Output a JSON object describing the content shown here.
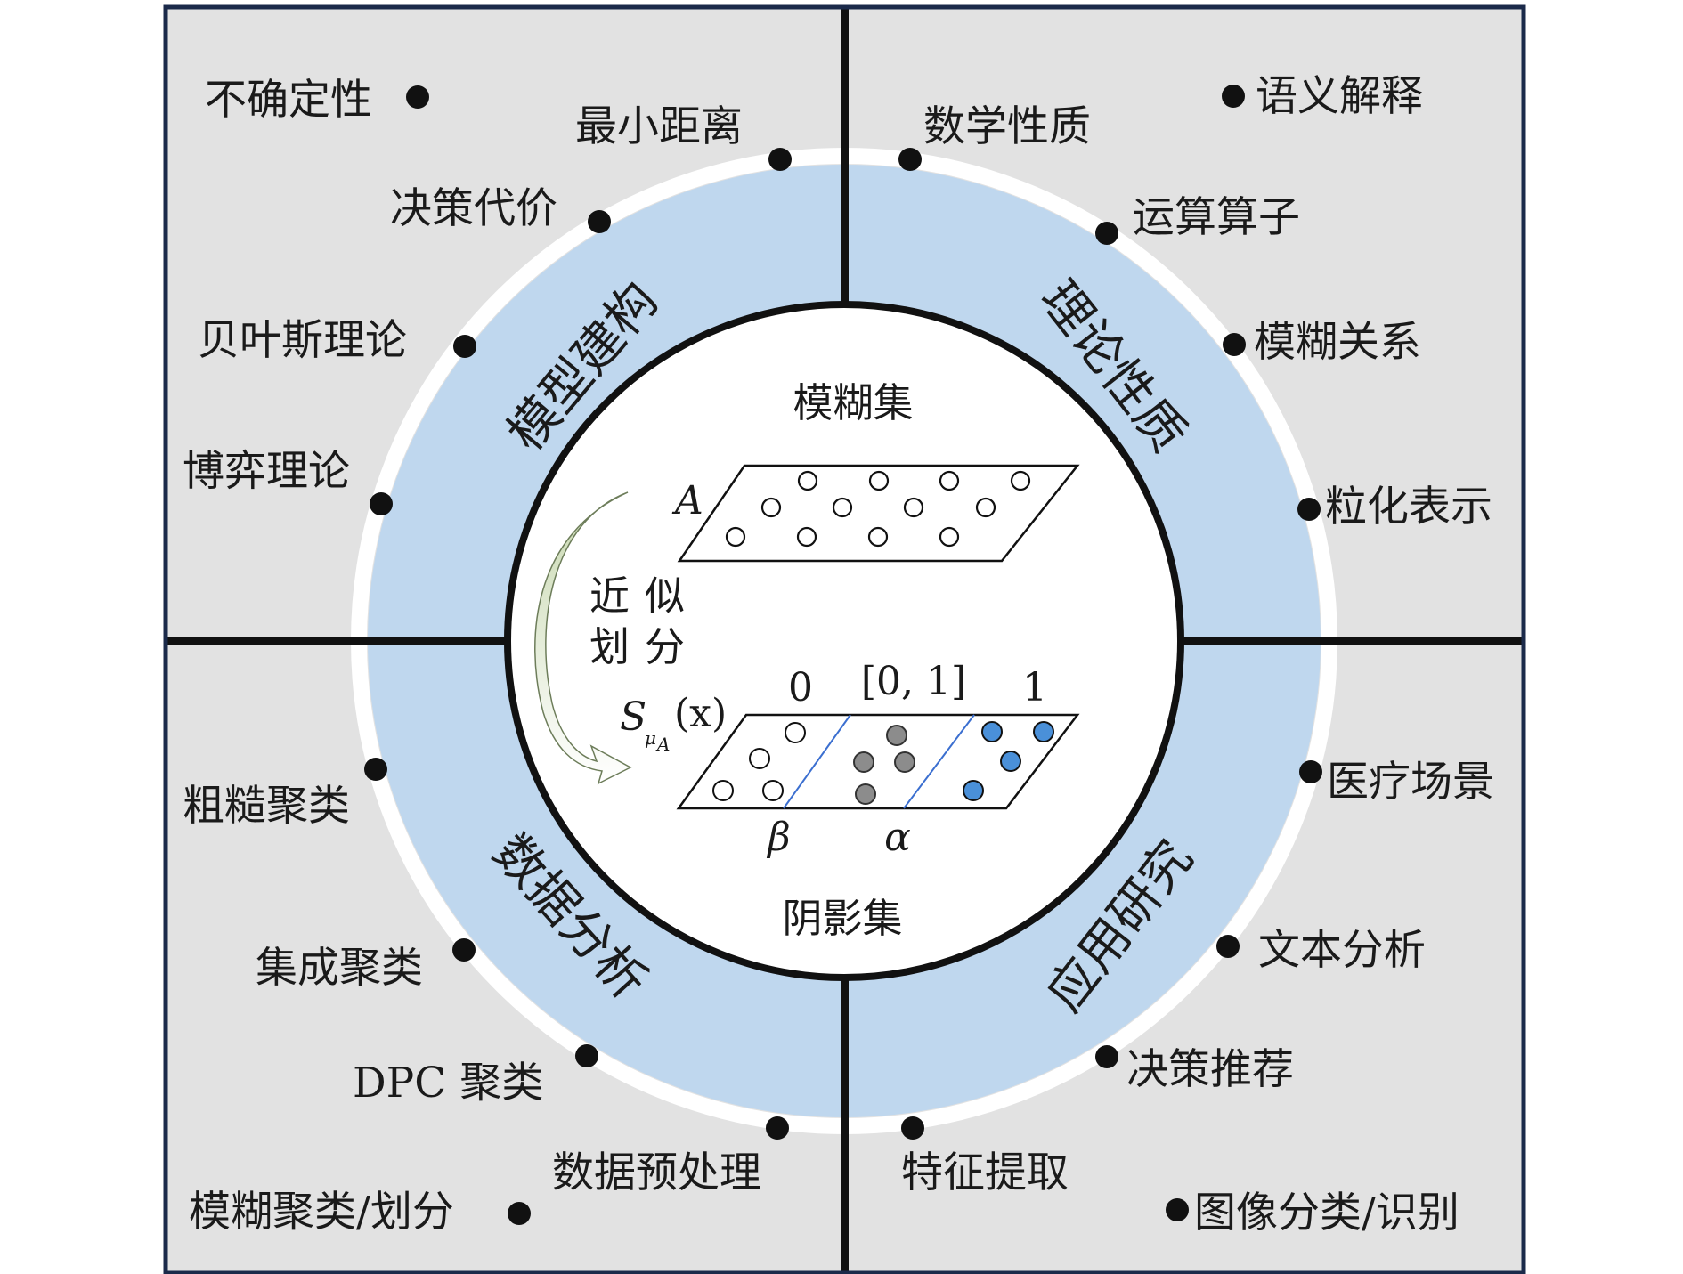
{
  "colors": {
    "panel": "#e2e2e2",
    "ring": "#bfd7ee",
    "frame": "#1b2a4a",
    "dot": "#111111",
    "gray_point": "#8c8c8c",
    "blue_point": "#4a90d9",
    "divider": "#3b6fd0"
  },
  "ring_labels": {
    "top_left": "模型建构",
    "top_right": "理论性质",
    "bottom_left": "数据分析",
    "bottom_right": "应用研究"
  },
  "center": {
    "fuzzy_set": "模糊集",
    "set_a": "A",
    "approx": [
      "近",
      "似",
      "划",
      "分"
    ],
    "s_func": "S",
    "s_sub": "μ",
    "s_subsub": "A",
    "s_arg": "(x)",
    "zero": "0",
    "interval": "[0, 1]",
    "one": "1",
    "beta": "β",
    "alpha": "α",
    "shadow_set": "阴影集"
  },
  "labels": {
    "tl": [
      "不确定性",
      "最小距离",
      "决策代价",
      "贝叶斯理论",
      "博弈理论"
    ],
    "tr": [
      "语义解释",
      "数学性质",
      "运算算子",
      "模糊关系",
      "粒化表示"
    ],
    "bl": [
      "粗糙聚类",
      "集成聚类",
      "DPC 聚类",
      "数据预处理",
      "模糊聚类/划分"
    ],
    "br": [
      "医疗场景",
      "文本分析",
      "决策推荐",
      "特征提取",
      "图像分类/识别"
    ]
  }
}
